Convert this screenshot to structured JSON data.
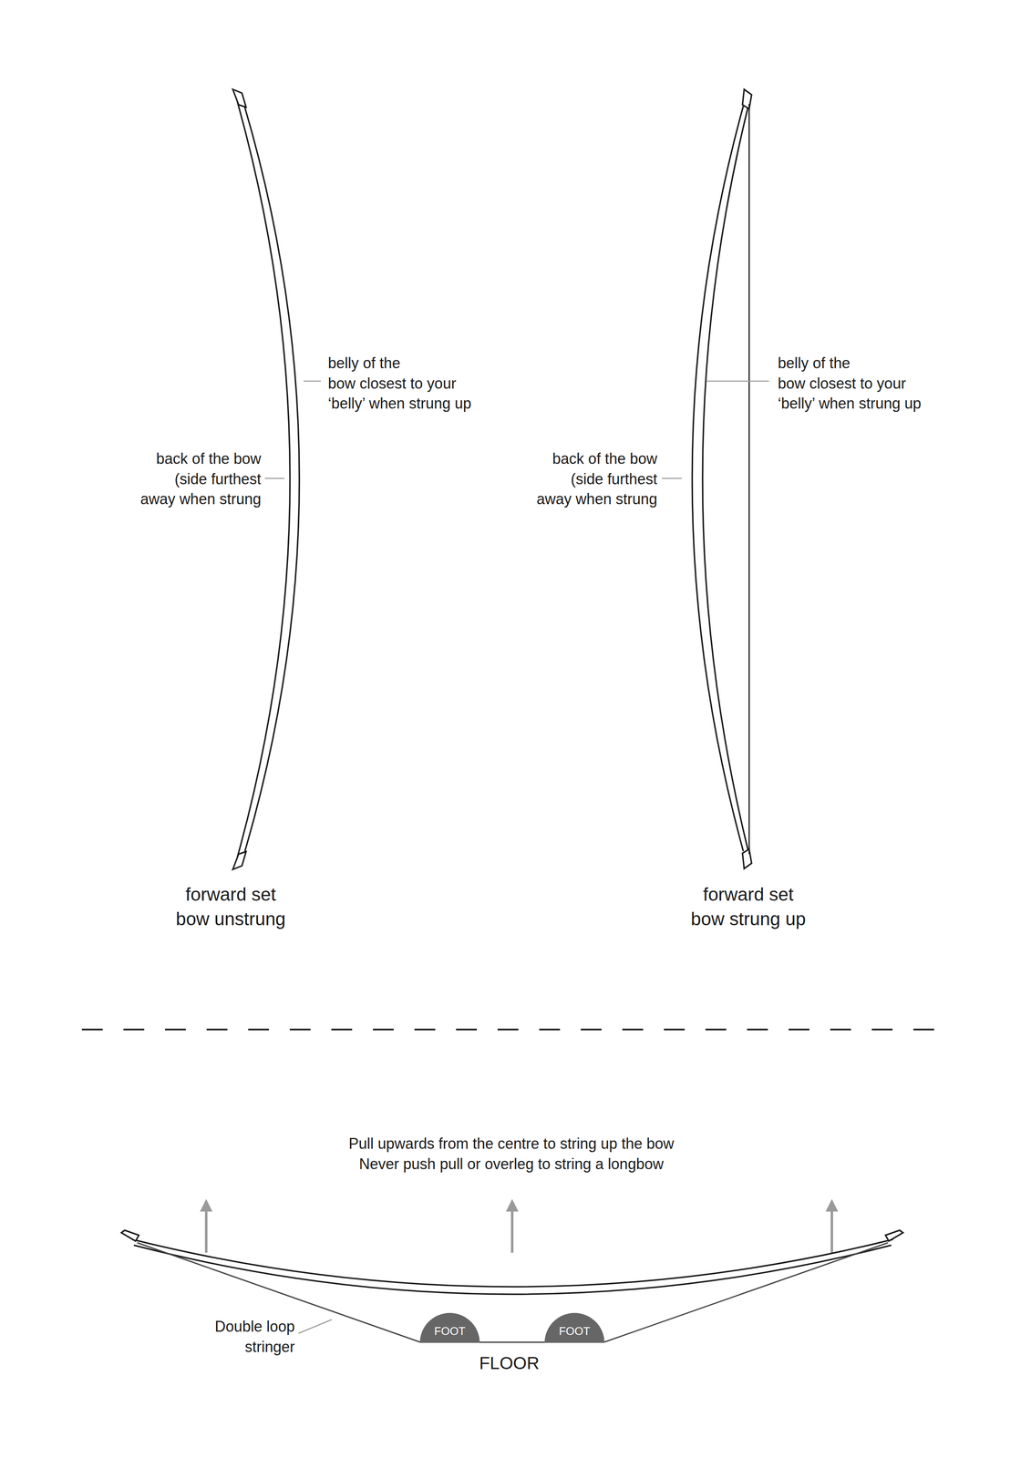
{
  "diagram": {
    "nodes": [
      {
        "text": [
          "FOOT"
        ]
      },
      {
        "text": [
          "FOOT"
        ]
      }
    ],
    "edges": [
      {
        "from": 0,
        "to": 1,
        "arrow": "none"
      }
    ],
    "labels": [
      "belly of the bow closest to your ‘belly’ when strung up",
      "back of the bow (side furthest away when strung",
      "forward set bow unstrung",
      "belly of the bow closest to your ‘belly’ when strung up",
      "back of the bow (side furthest away when strung",
      "forward set bow strung up",
      "Pull upwards from the centre to string up the bow",
      "Never push pull or overleg to string a longbow",
      "Double loop stringer",
      "FLOOR"
    ]
  }
}
